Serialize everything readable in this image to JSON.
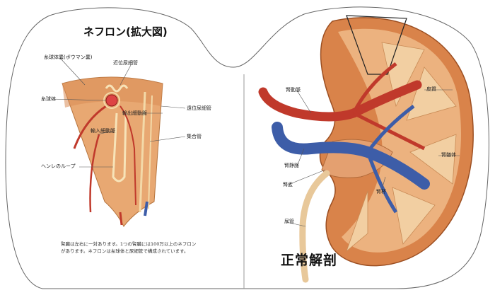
{
  "nephron": {
    "title": "ネフロン(拡大図)",
    "labels": {
      "bowman": "糸球体嚢(ボウマン嚢)",
      "proximal": "近位尿細管",
      "glomerulus": "糸球体",
      "efferent": "輸出細動脈",
      "distal": "遠位尿細管",
      "afferent": "輸入細動脈",
      "collecting": "集合管",
      "henle": "ヘンレのループ"
    },
    "caption": "腎臓は左右に一対あります。1つの腎臓には100万以上のネフロンがあります。ネフロンは糸球体と尿細管で構成されています。"
  },
  "kidney": {
    "title": "正常解剖",
    "labels": {
      "renal_artery": "腎動脈",
      "cortex": "皮質",
      "renal_vein": "腎静脈",
      "renal_body": "腎髄体",
      "pelvis": "腎盂",
      "calyx": "腎杯",
      "ureter": "尿管"
    }
  },
  "colors": {
    "outline": "#4a4a4a",
    "tissue": "#e8a872",
    "artery": "#c0392b",
    "vein": "#3d5da8"
  }
}
